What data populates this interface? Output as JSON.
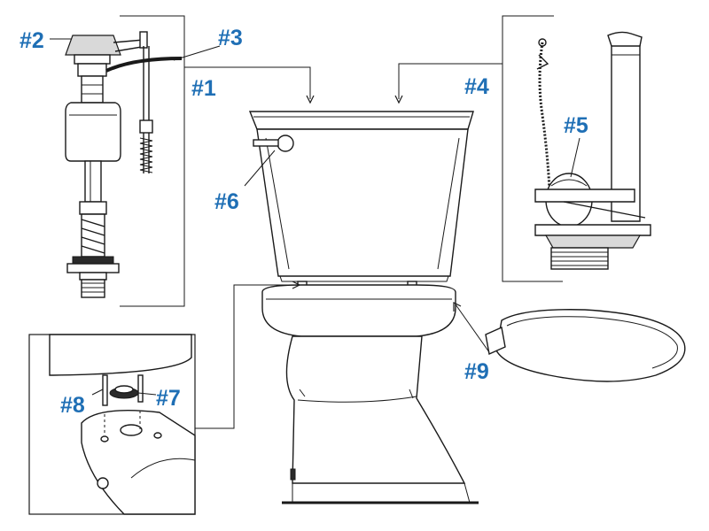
{
  "labels": {
    "part_1": "#1",
    "part_2": "#2",
    "part_3": "#3",
    "part_4": "#4",
    "part_5": "#5",
    "part_6": "#6",
    "part_7": "#7",
    "part_8": "#8",
    "part_9": "#9"
  },
  "colors": {
    "label": "#1f6fb5",
    "line": "#1a1a1a"
  }
}
